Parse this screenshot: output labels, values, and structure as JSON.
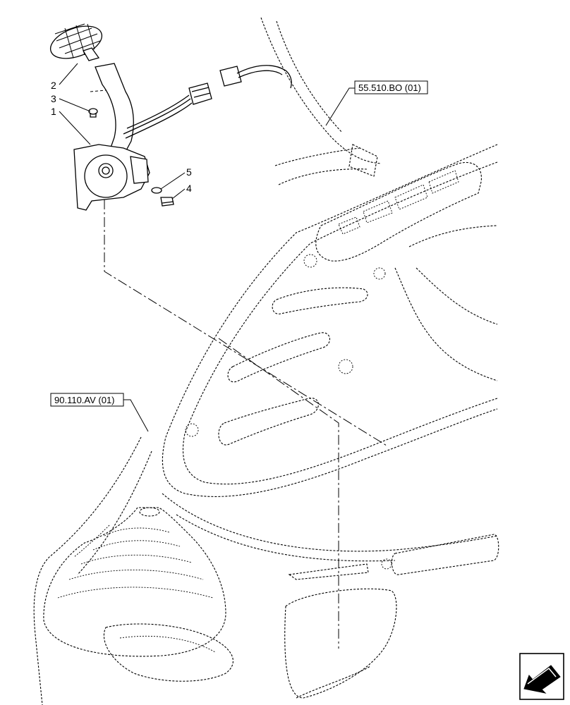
{
  "callouts": {
    "item_1": "1",
    "item_2": "2",
    "item_3": "3",
    "item_4": "4",
    "item_5": "5"
  },
  "references": {
    "upper_right": "55.510.BO (01)",
    "left_middle": "90.110.AV (01)"
  },
  "nav_icon": "arrow-navigation-icon"
}
